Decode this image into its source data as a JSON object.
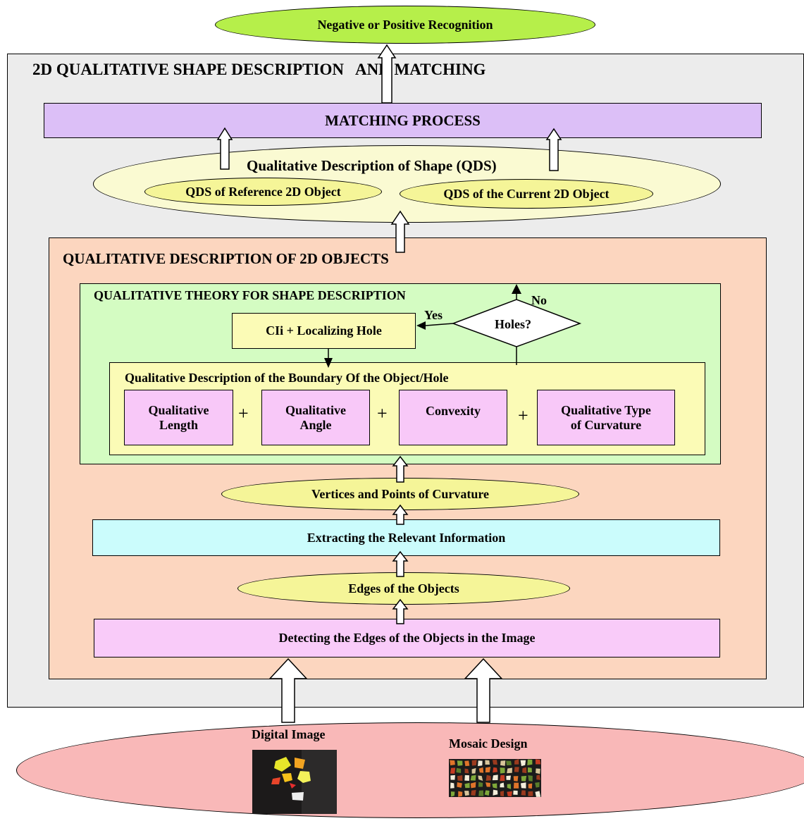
{
  "output": {
    "label": "Negative or Positive Recognition"
  },
  "main_frame": {
    "title": "2D QUALITATIVE SHAPE DESCRIPTION   AND MATCHING"
  },
  "matching": {
    "label": "MATCHING PROCESS"
  },
  "qds": {
    "title": "Qualitative Description of Shape (QDS)",
    "reference": "QDS of Reference 2D Object",
    "current": "QDS of the Current 2D Object"
  },
  "objects_frame": {
    "title": "QUALITATIVE DESCRIPTION OF 2D OBJECTS"
  },
  "theory_frame": {
    "title": "QUALITATIVE THEORY FOR SHAPE DESCRIPTION"
  },
  "decision": {
    "label": "Holes?",
    "yes": "Yes",
    "no": "No"
  },
  "hole_box": {
    "label": "CIi + Localizing Hole"
  },
  "boundary": {
    "title": "Qualitative Description of the Boundary Of the Object/Hole",
    "items": [
      {
        "line1": "Qualitative",
        "line2": "Length"
      },
      {
        "line1": "Qualitative",
        "line2": "Angle"
      },
      {
        "line1": "Convexity",
        "line2": ""
      },
      {
        "line1": "Qualitative Type",
        "line2": "of Curvature"
      }
    ],
    "plus": "+"
  },
  "vertices": {
    "label": "Vertices and Points of Curvature"
  },
  "extracting": {
    "label": "Extracting the Relevant Information"
  },
  "edges": {
    "label": "Edges of the Objects"
  },
  "detecting": {
    "label": "Detecting the Edges of the Objects in the Image"
  },
  "inputs": {
    "digital_image": "Digital Image",
    "mosaic_design": "Mosaic Design"
  },
  "colors": {
    "main_frame": "#ececec",
    "matching": "#dcbff7",
    "qds_outer": "#fafad2",
    "qds_inner": "#f5f598",
    "objects_frame": "#fcd6bf",
    "theory_frame": "#d4fcc2",
    "boundary": "#fbfbb6",
    "item": "#f8c8f8",
    "extracting": "#cbfcfc",
    "detecting": "#f9cbf9",
    "input_ellipse": "#f9b8b8",
    "output_ellipse": "#b6ef4a"
  }
}
